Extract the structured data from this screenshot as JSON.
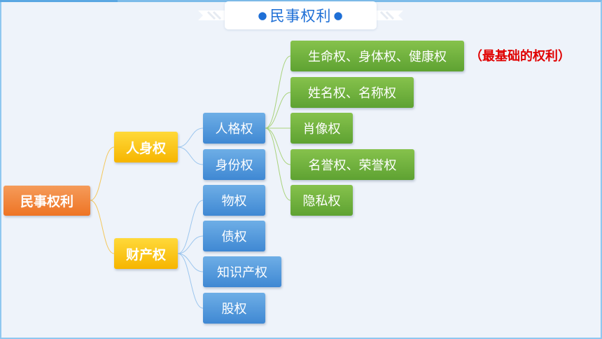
{
  "title": "民事权利",
  "title_dot": "●",
  "root": "民事权利",
  "categories": {
    "personal": "人身权",
    "property": "财产权"
  },
  "personal_children": [
    "人格权",
    "身份权"
  ],
  "personality_rights": [
    "生命权、身体权、健康权",
    "姓名权、名称权",
    "肖像权",
    "名誉权、荣誉权",
    "隐私权"
  ],
  "property_children": [
    "物权",
    "债权",
    "知识产权",
    "股权"
  ],
  "note": "（最基础的权利）",
  "colors": {
    "root": "#ee7424",
    "category": "#f6b500",
    "blue_node": "#3f88d3",
    "green_node": "#5ea232",
    "note": "#e00000",
    "title_text": "#1e6fd6",
    "background": "#eef3fa"
  }
}
